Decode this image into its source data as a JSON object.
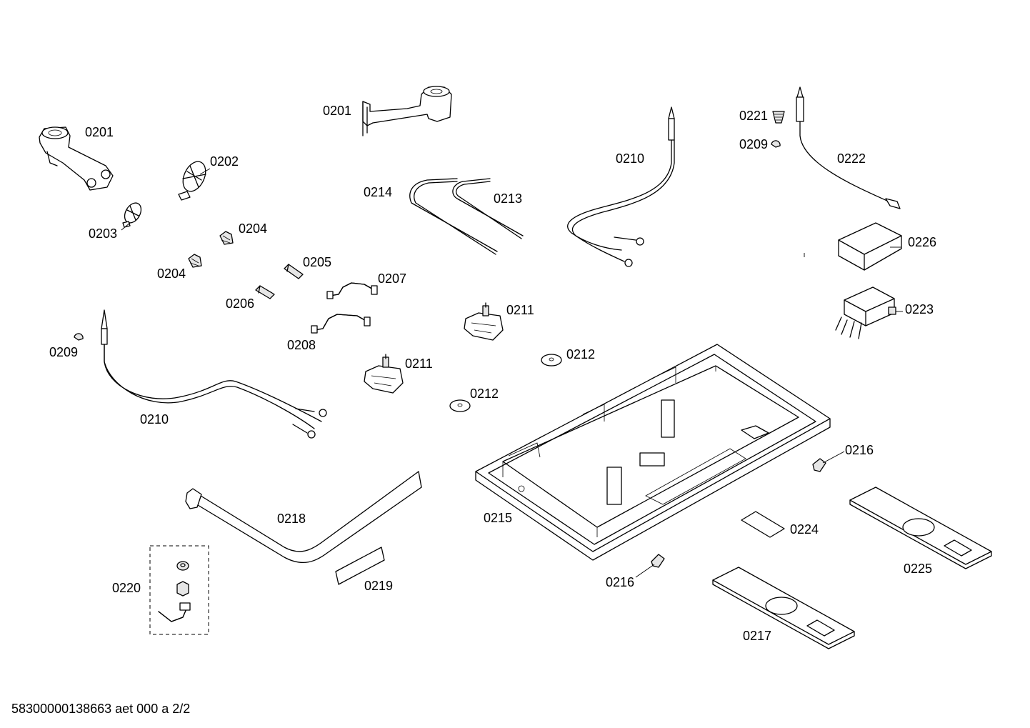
{
  "labels": {
    "l0201a": "0201",
    "l0201b": "0201",
    "l0202": "0202",
    "l0203": "0203",
    "l0204a": "0204",
    "l0204b": "0204",
    "l0205": "0205",
    "l0206": "0206",
    "l0207": "0207",
    "l0208": "0208",
    "l0209a": "0209",
    "l0209b": "0209",
    "l0210a": "0210",
    "l0210b": "0210",
    "l0211a": "0211",
    "l0211b": "0211",
    "l0212a": "0212",
    "l0212b": "0212",
    "l0213": "0213",
    "l0214": "0214",
    "l0215": "0215",
    "l0216a": "0216",
    "l0216b": "0216",
    "l0217": "0217",
    "l0218": "0218",
    "l0219": "0219",
    "l0220": "0220",
    "l0221": "0221",
    "l0222": "0222",
    "l0223": "0223",
    "l0224": "0224",
    "l0225": "0225",
    "l0226": "0226"
  },
  "footer": "58300000138663 aet 000 a 2/2"
}
